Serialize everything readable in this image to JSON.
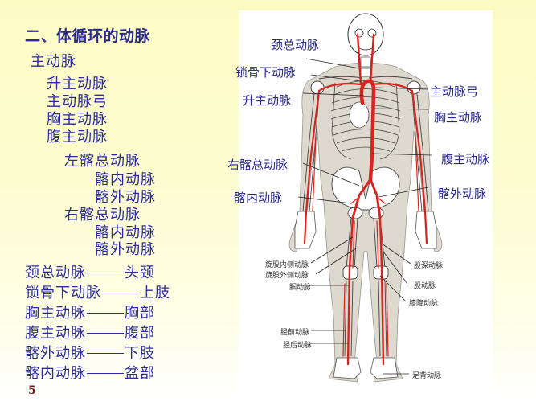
{
  "slide": {
    "title": "二、体循环的动脉",
    "page_number": "5"
  },
  "outline": {
    "aorta": "主动脉",
    "aorta_parts": [
      "升主动脉",
      "主动脉弓",
      "胸主动脉",
      "腹主动脉"
    ],
    "left_common_iliac": "左髂总动脉",
    "left_branches": [
      "髂内动脉",
      "髂外动脉"
    ],
    "right_common_iliac": "右髂总动脉",
    "right_branches": [
      "髂内动脉",
      "髂外动脉"
    ]
  },
  "supply_map": [
    {
      "artery": "颈总动脉",
      "region": "头颈"
    },
    {
      "artery": "锁骨下动脉",
      "region": "上肢"
    },
    {
      "artery": "胸主动脉",
      "region": "胸部"
    },
    {
      "artery": "腹主动脉",
      "region": "腹部"
    },
    {
      "artery": "髂外动脉",
      "region": "下肢"
    },
    {
      "artery": "髂内动脉",
      "region": "盆部"
    }
  ],
  "figure": {
    "colors": {
      "artery": "#d8231f",
      "bone_line": "#3a3a3a",
      "skin_shadow": "#bcb5a6"
    },
    "labels_left": [
      "颈总动脉",
      "锁骨下动脉",
      "升主动脉",
      "右髂总动脉",
      "髂内动脉"
    ],
    "labels_right": [
      "主动脉弓",
      "胸主动脉",
      "腹主动脉",
      "髂外动脉"
    ],
    "small_labels_left": [
      "旋股内侧动脉",
      "旋股外侧动脉",
      "腘动脉",
      "胫前动脉",
      "胫后动脉"
    ],
    "small_labels_right": [
      "股深动脉",
      "股动脉",
      "膝降动脉",
      "足背动脉"
    ]
  }
}
